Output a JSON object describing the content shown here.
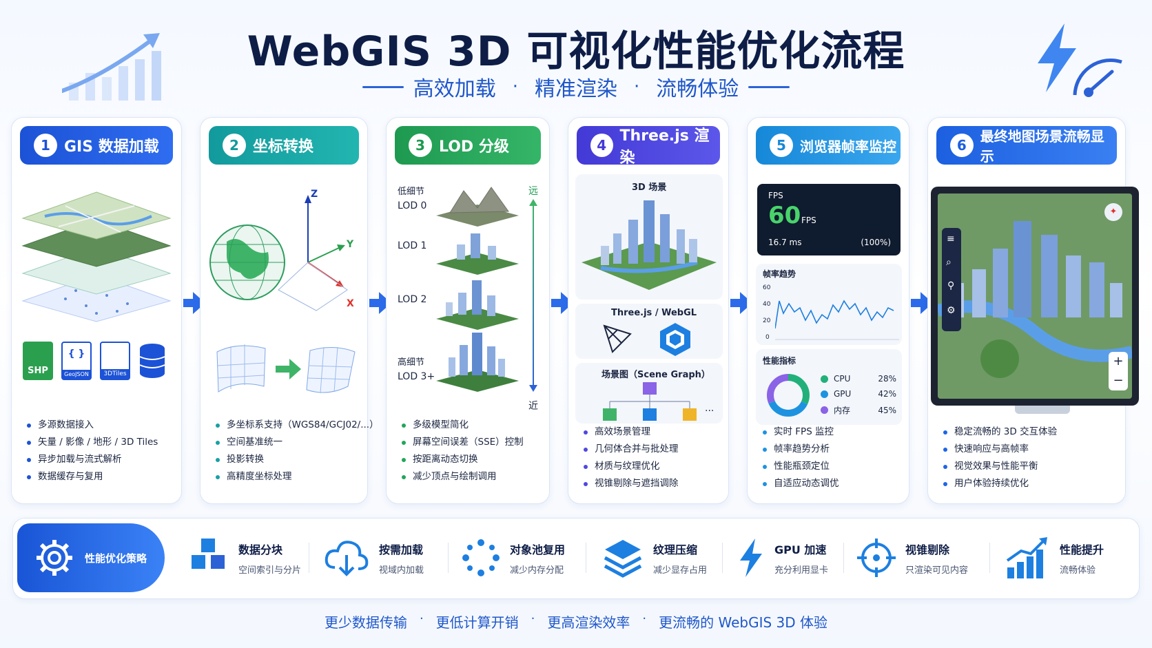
{
  "header": {
    "title": "WebGIS 3D 可视化性能优化流程",
    "subtitle_parts": [
      "高效加载",
      "精准渲染",
      "流畅体验"
    ]
  },
  "colors": {
    "step1": "#1c52d6",
    "step2": "#18a0a4",
    "step3": "#22a55a",
    "step4": "#4e48e0",
    "step5": "#1d93e0",
    "step6": "#1c66e6",
    "accent": "#2c62d6"
  },
  "steps": [
    {
      "num": "1",
      "title": "GIS 数据加载",
      "formats": [
        "SHP",
        "{ }",
        "GeoJSON",
        "3DTiles"
      ],
      "bullets": [
        "多源数据接入",
        "矢量 / 影像 / 地形 / 3D Tiles",
        "异步加载与流式解析",
        "数据缓存与复用"
      ]
    },
    {
      "num": "2",
      "title": "坐标转换",
      "axes": [
        "Z",
        "Y",
        "X"
      ],
      "bullets": [
        "多坐标系支持（WGS84/GCJ02/...）",
        "空间基准统一",
        "投影转换",
        "高精度坐标处理"
      ]
    },
    {
      "num": "3",
      "title": "LOD 分级",
      "levels": [
        "低细节",
        "LOD 0",
        "LOD 1",
        "LOD 2",
        "高细节",
        "LOD 3+"
      ],
      "far": "远",
      "near": "近",
      "bullets": [
        "多级模型简化",
        "屏幕空间误差（SSE）控制",
        "按距离动态切换",
        "减少顶点与绘制调用"
      ]
    },
    {
      "num": "4",
      "title": "Three.js 渲染",
      "panels": [
        "3D 场景",
        "Three.js / WebGL",
        "场景图（Scene Graph）"
      ],
      "ellipsis": "···",
      "bullets": [
        "高效场景管理",
        "几何体合并与批处理",
        "材质与纹理优化",
        "视锥剔除与遮挡调除"
      ]
    },
    {
      "num": "5",
      "title": "浏览器帧率监控",
      "fps": {
        "label": "FPS",
        "value": "60",
        "unit": "FPS",
        "ms": "16.7 ms",
        "pct": "(100%)"
      },
      "trend_title": "帧率趋势",
      "trend_ticks": [
        "60",
        "40",
        "20",
        "0"
      ],
      "metrics_title": "性能指标",
      "metrics": [
        {
          "name": "CPU",
          "value": "28%",
          "color": "#22b07a"
        },
        {
          "name": "GPU",
          "value": "42%",
          "color": "#1d93e0"
        },
        {
          "name": "内存",
          "value": "45%",
          "color": "#8a63e6"
        }
      ],
      "bullets": [
        "实时 FPS 监控",
        "帧率趋势分析",
        "性能瓶颈定位",
        "自适应动态调优"
      ]
    },
    {
      "num": "6",
      "title": "最终地图场景流畅显示",
      "zoom": [
        "+",
        "−"
      ],
      "bullets": [
        "稳定流畅的 3D 交互体验",
        "快速响应与高帧率",
        "视觉效果与性能平衡",
        "用户体验持续优化"
      ]
    }
  ],
  "strategy": {
    "label": "性能优化策略",
    "items": [
      {
        "title": "数据分块",
        "sub": "空间索引与分片",
        "icon": "cubes-icon"
      },
      {
        "title": "按需加载",
        "sub": "视域内加载",
        "icon": "cloud-download-icon"
      },
      {
        "title": "对象池复用",
        "sub": "减少内存分配",
        "icon": "dots-ring-icon"
      },
      {
        "title": "纹理压缩",
        "sub": "减少显存占用",
        "icon": "layers-icon"
      },
      {
        "title": "GPU 加速",
        "sub": "充分利用显卡",
        "icon": "lightning-icon"
      },
      {
        "title": "视锥剔除",
        "sub": "只渲染可见内容",
        "icon": "crosshair-icon"
      },
      {
        "title": "性能提升",
        "sub": "流畅体验",
        "icon": "chart-up-icon"
      }
    ]
  },
  "footer": [
    "更少数据传输",
    "更低计算开销",
    "更高渲染效率",
    "更流畅的 WebGIS 3D 体验"
  ]
}
